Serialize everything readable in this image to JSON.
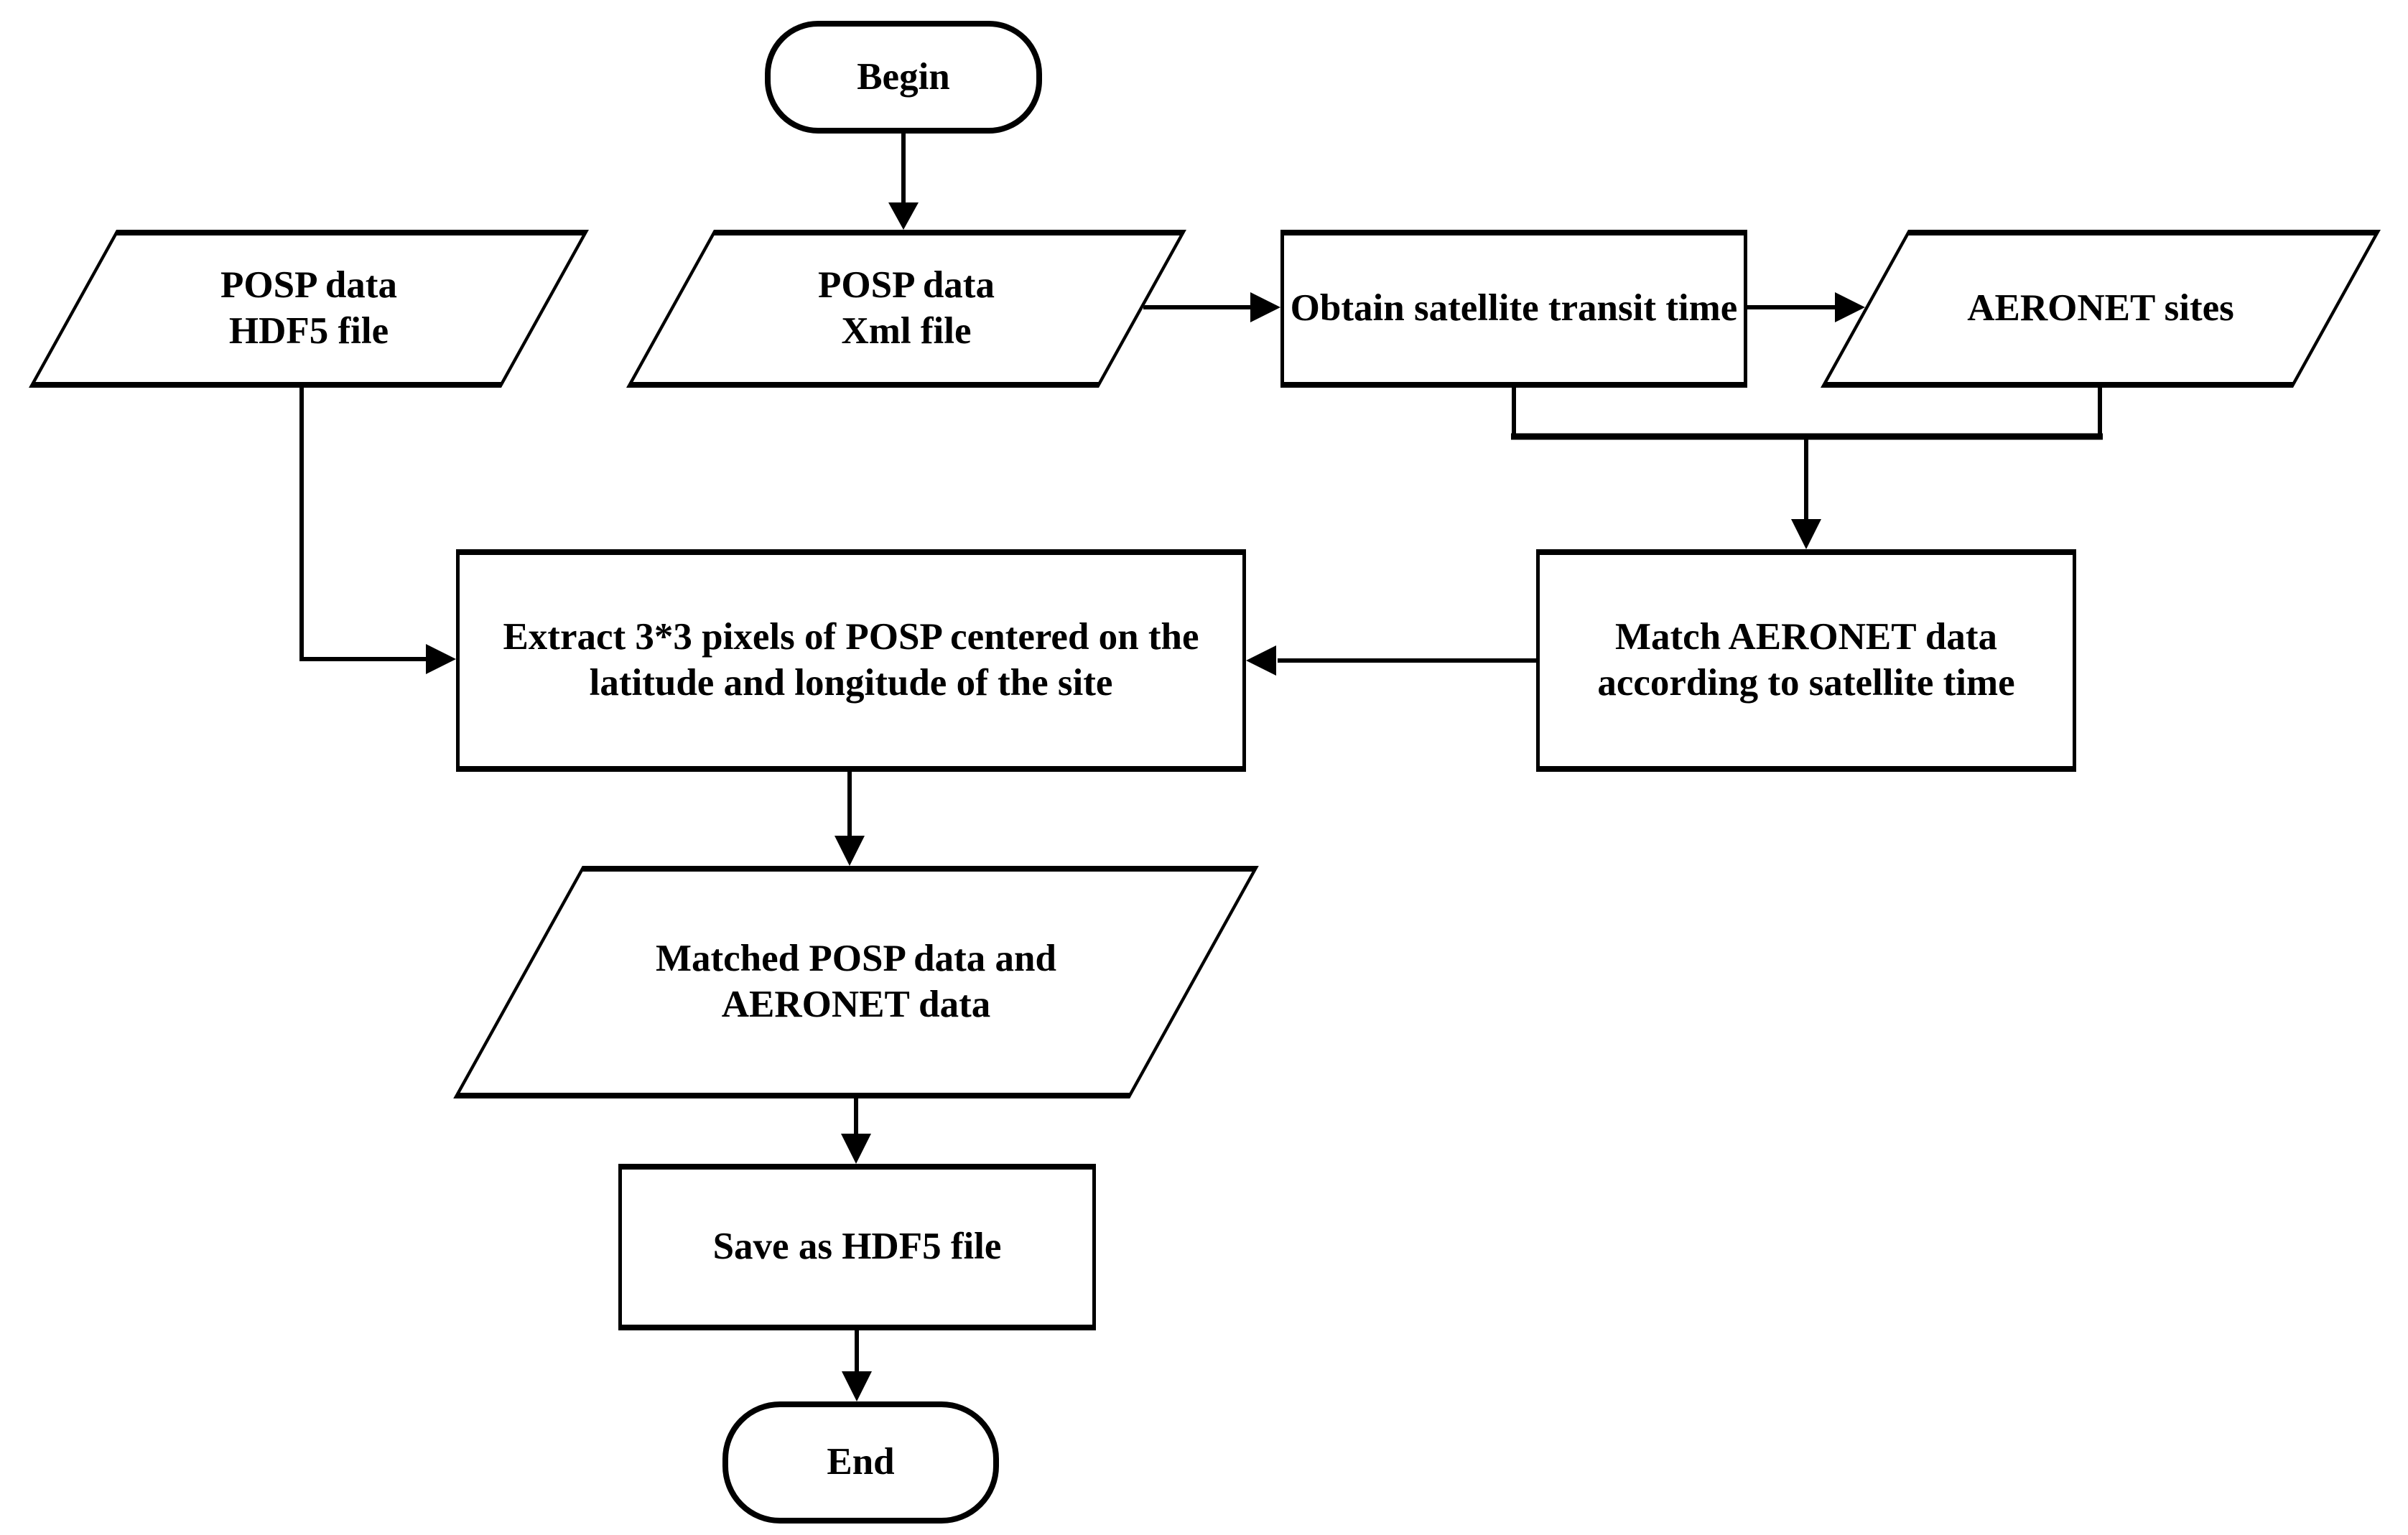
{
  "diagram_type": "flowchart",
  "colors": {
    "line": "#000000",
    "shape_fill": "#ffffff",
    "background": "#ffffff",
    "text": "#000000"
  },
  "nodes": {
    "begin": {
      "type": "terminator",
      "label": "Begin"
    },
    "posp_hdf5": {
      "type": "data-parallelogram",
      "line1": "POSP data",
      "line2": "HDF5 file"
    },
    "posp_xml": {
      "type": "data-parallelogram",
      "line1": "POSP data",
      "line2": "Xml file"
    },
    "obtain_transit": {
      "type": "process",
      "label": "Obtain satellite transit time"
    },
    "aeronet_sites": {
      "type": "data-parallelogram",
      "label": "AERONET sites"
    },
    "extract_pixels": {
      "type": "process",
      "line1": "Extract 3*3 pixels of POSP centered on the",
      "line2": "latitude and longitude of the site"
    },
    "match_aeronet": {
      "type": "process",
      "line1": "Match AERONET data",
      "line2": "according to satellite time"
    },
    "matched_output": {
      "type": "data-parallelogram",
      "line1": "Matched POSP data and",
      "line2": "AERONET data"
    },
    "save_hdf5": {
      "type": "process",
      "label": "Save as HDF5 file"
    },
    "end": {
      "type": "terminator",
      "label": "End"
    }
  },
  "edges": [
    "begin -> posp_xml",
    "posp_xml -> obtain_transit",
    "obtain_transit -> aeronet_sites",
    "obtain_transit + aeronet_sites -> match_aeronet",
    "posp_hdf5 -> extract_pixels",
    "match_aeronet -> extract_pixels",
    "extract_pixels -> matched_output",
    "matched_output -> save_hdf5",
    "save_hdf5 -> end"
  ]
}
